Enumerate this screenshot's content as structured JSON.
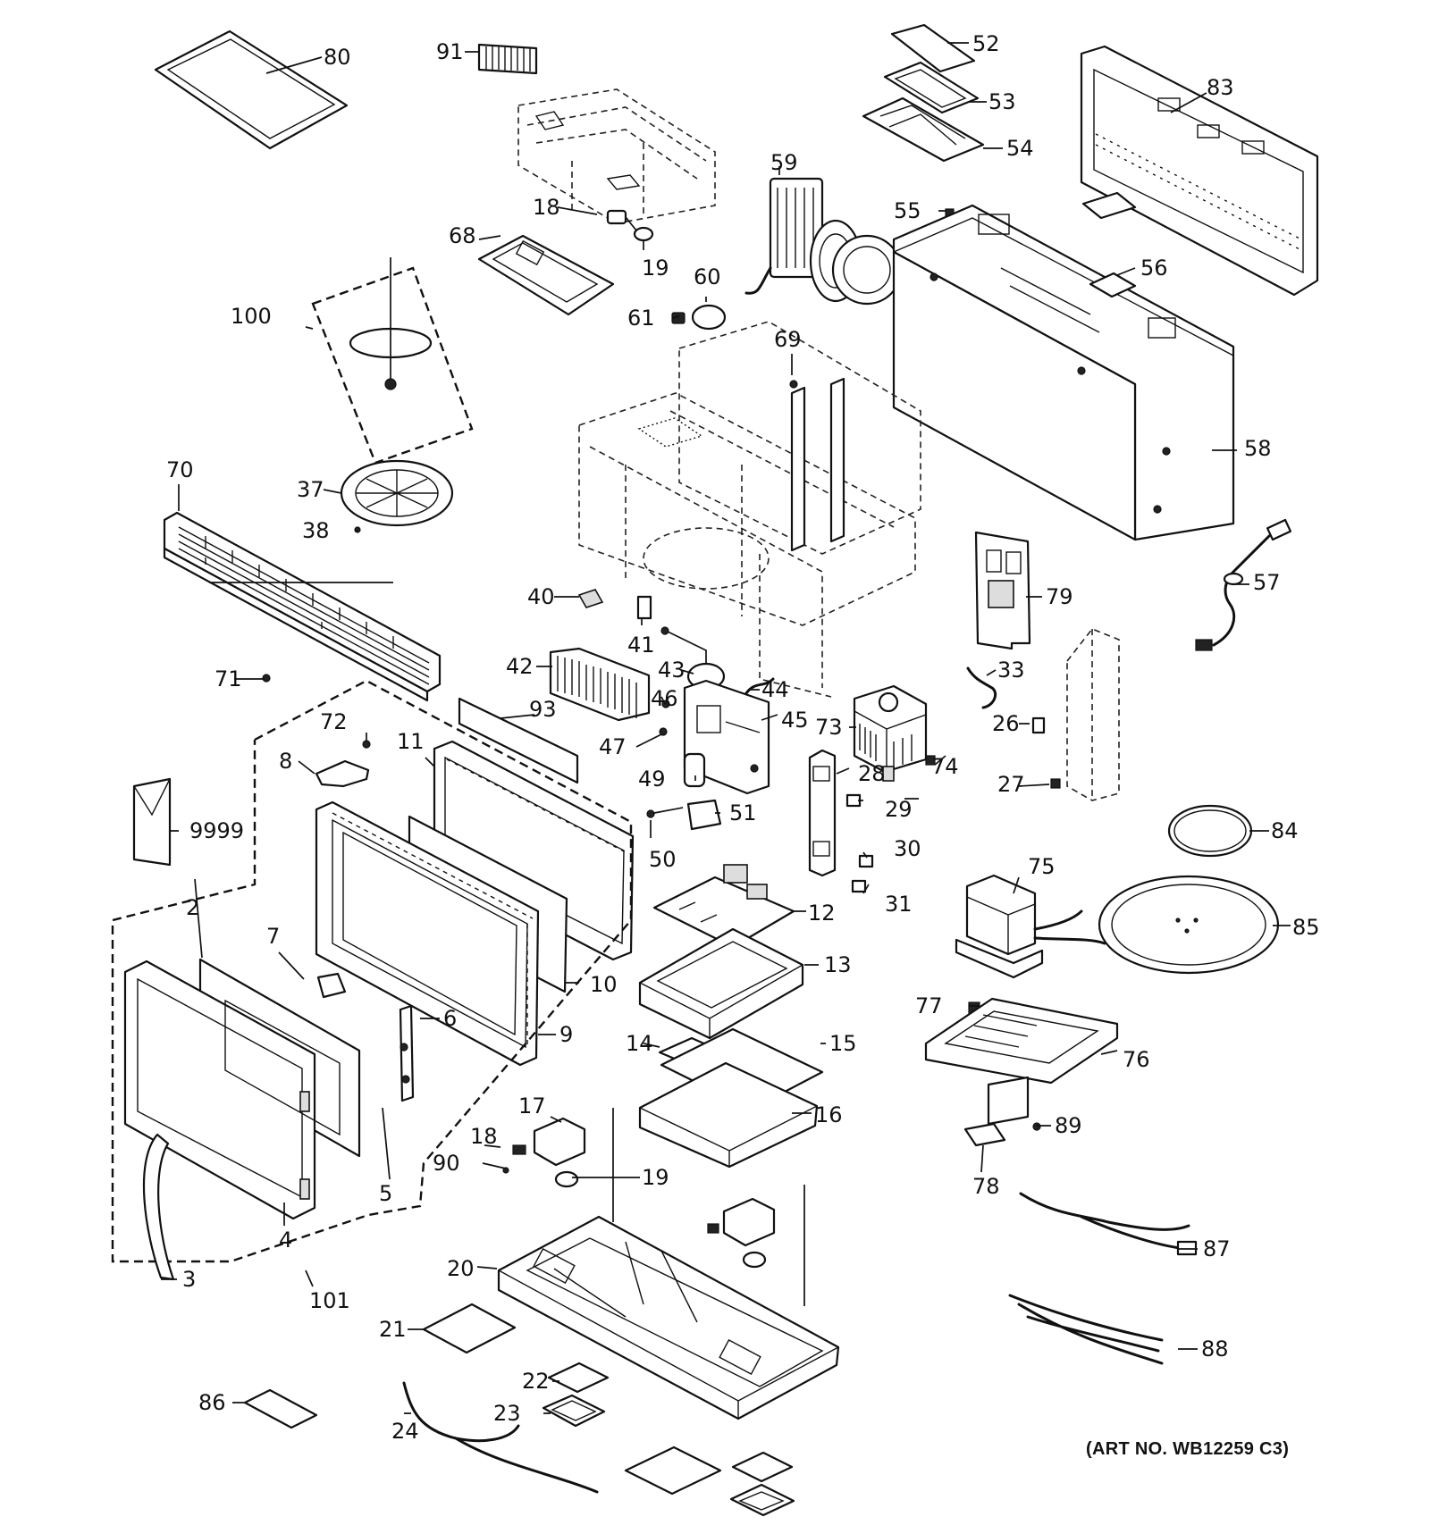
{
  "art_number": "(ART NO. WB12259 C3)",
  "callouts": [
    "80",
    "91",
    "52",
    "53",
    "54",
    "83",
    "18",
    "19",
    "59",
    "55",
    "56",
    "68",
    "60",
    "61",
    "100",
    "69",
    "58",
    "70",
    "37",
    "38",
    "57",
    "40",
    "41",
    "79",
    "71",
    "42",
    "43",
    "44",
    "33",
    "46",
    "45",
    "73",
    "74",
    "26",
    "72",
    "93",
    "47",
    "11",
    "8",
    "28",
    "27",
    "49",
    "29",
    "51",
    "9999",
    "50",
    "30",
    "84",
    "2",
    "75",
    "12",
    "31",
    "85",
    "7",
    "10",
    "13",
    "77",
    "9",
    "6",
    "14",
    "15",
    "76",
    "17",
    "16",
    "89",
    "18",
    "90",
    "19",
    "5",
    "4",
    "78",
    "87",
    "3",
    "101",
    "20",
    "21",
    "88",
    "22",
    "86",
    "23",
    "24"
  ],
  "icons": {
    "door-glass-assembly": "door-glass-icon",
    "turntable-tray": "glass-tray-icon",
    "magnetron": "magnetron-icon",
    "cooling-fan": "fan-icon",
    "power-cord": "power-cord-icon",
    "transformer": "transformer-icon"
  }
}
